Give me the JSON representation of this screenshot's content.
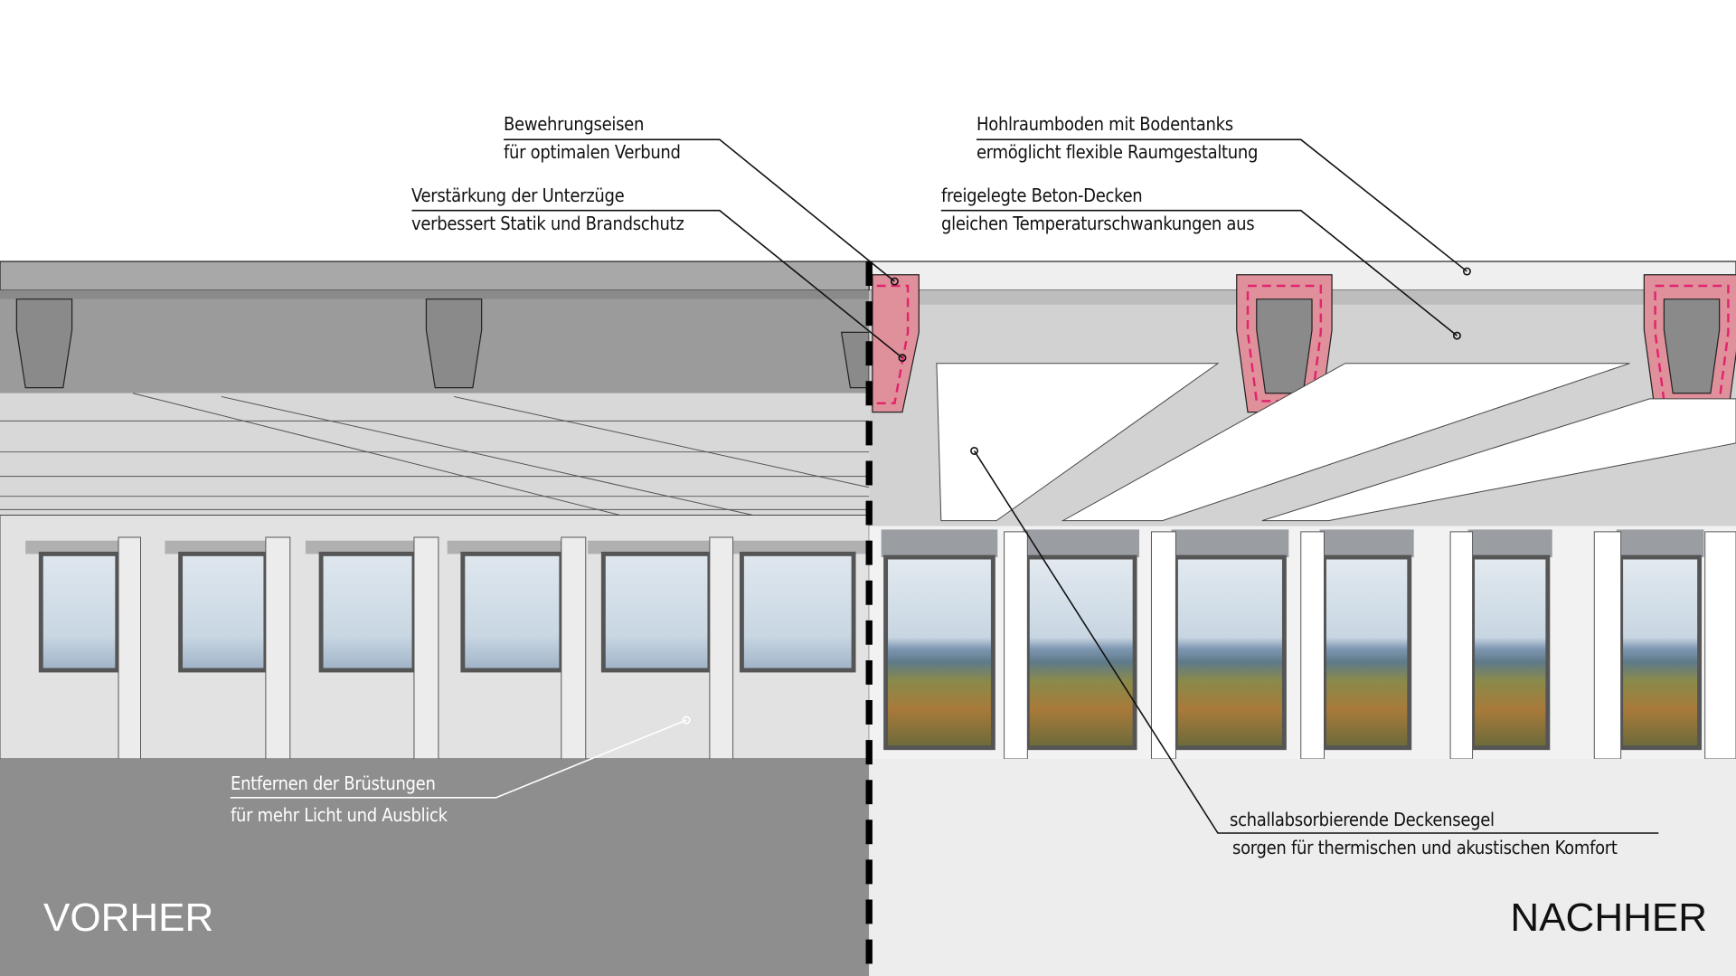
{
  "annotations": {
    "bewehrung": {
      "title": "Bewehrungseisen",
      "sub": "für optimalen Verbund"
    },
    "unterzuege": {
      "title": "Verstärkung der Unterzüge",
      "sub": "verbessert Statik und Brandschutz"
    },
    "hohlraum": {
      "title": "Hohlraumboden mit Bodentanks",
      "sub": "ermöglicht flexible Raumgestaltung"
    },
    "beton": {
      "title": "freigelegte Beton-Decken",
      "sub": "gleichen Temperaturschwankungen aus"
    },
    "segel": {
      "title": "schallabsorbierende Deckensegel",
      "sub": "sorgen für thermischen und akustischen Komfort"
    },
    "bruestung": {
      "title": "Entfernen der Brüstungen",
      "sub": "für mehr Licht und Ausblick"
    }
  },
  "labels": {
    "before": "VORHER",
    "after": "NACHHER"
  },
  "colors": {
    "reinforcement": "#e0909a",
    "rebar": "#e0246e",
    "before_floor": "#8e8e8e",
    "after_floor": "#ededed"
  }
}
